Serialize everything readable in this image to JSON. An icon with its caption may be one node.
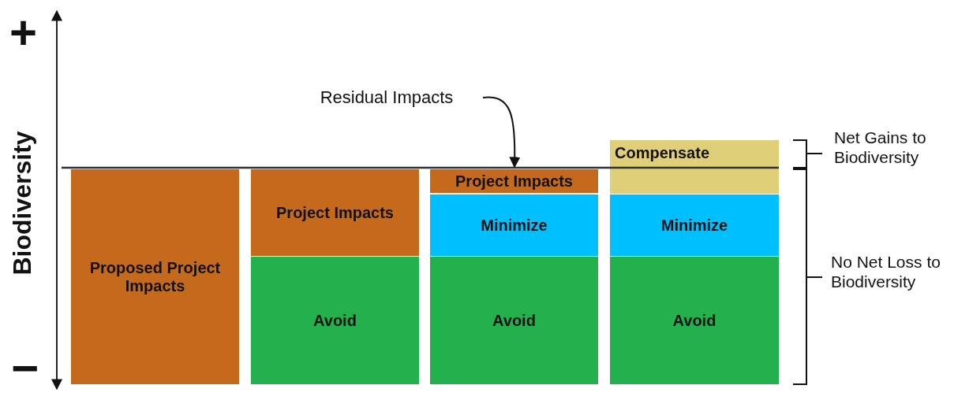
{
  "diagram": {
    "nodes": [
      {
        "text": [
          "Proposed Project Impacts"
        ]
      },
      {
        "text": [
          "Project Impacts"
        ]
      },
      {
        "text": [
          "Avoid"
        ]
      },
      {
        "text": [
          "Residual Impacts"
        ]
      },
      {
        "text": [
          "Project Impacts"
        ]
      },
      {
        "text": [
          "Minimize"
        ]
      },
      {
        "text": [
          "Avoid"
        ]
      },
      {
        "text": [
          "Compensate"
        ]
      },
      {
        "text": [
          "Minimize"
        ]
      },
      {
        "text": [
          "Avoid"
        ]
      }
    ],
    "edges": [
      {
        "from": 3,
        "to": 4,
        "arrow": "to"
      }
    ],
    "labels": [
      "+",
      "Biodiversity",
      "−",
      "Net Gains to Biodiversity",
      "No Net Loss to Biodiversity"
    ]
  }
}
